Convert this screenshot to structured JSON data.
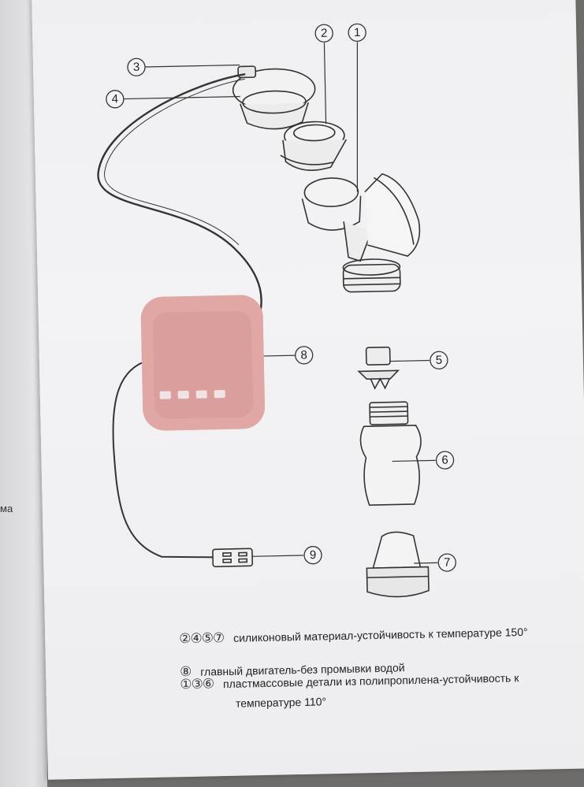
{
  "under_page": {
    "fragment": "ма"
  },
  "callouts": {
    "c1": "1",
    "c2": "2",
    "c3": "3",
    "c4": "4",
    "c5": "5",
    "c6": "6",
    "c7": "7",
    "c8": "8",
    "c9": "9"
  },
  "legend": {
    "line1": {
      "nums": "②④⑤⑦",
      "text": "силиконовый материал-устойчивость к температуре 150°"
    },
    "line2": {
      "nums": "⑧",
      "text": "главный двигатель-без промывки водой"
    },
    "line3": {
      "nums": "①③⑥",
      "text": "пластмассовые детали из полипропилена-устойчивость к",
      "text_cont": "температуре 110°"
    }
  },
  "colors": {
    "motor": "#e0a7a5",
    "motor_front": "#d69896",
    "button": "#f1e3e3",
    "line": "#333333",
    "paper": "#f0f0f2"
  }
}
